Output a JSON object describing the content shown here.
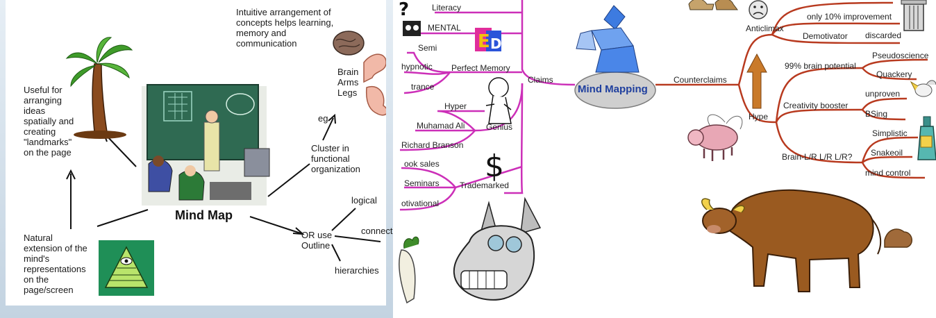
{
  "left_map": {
    "center": "Mind Map",
    "top_note": "Intuitive arrangement of\nconcepts helps learning,\nmemory and\ncommunication",
    "useful_note": "Useful for\narranging\nideas\nspatially and\ncreating\n\"landmarks\"\non the page",
    "natural_note": "Natural\nextension of the\nmind's\nrepresentations\non the\npage/screen",
    "brain_list": "Brain\nArms\nLegs",
    "eg": "eg",
    "cluster_note": "Cluster in\nfunctional\norganization",
    "or_use": "OR use\nOutline",
    "logical": "logical",
    "connected": "connected",
    "hierarchies": "hierarchies"
  },
  "right_map": {
    "center": "Mind Mapping",
    "claims": "Claims",
    "counterclaims": "Counterclaims",
    "claims_branches": {
      "literacy": "Literacy",
      "mental": "MENTAL",
      "semi": "Semi",
      "hypnotic": "hypnotic",
      "perfect_memory": "Perfect Memory",
      "trance": "trance",
      "hyper": "Hyper",
      "genius": "Genius",
      "muhamad_ali": "Muhamad Ali",
      "richard_branson": "Richard Branson",
      "book_sales": "ook sales",
      "seminars": "Seminars",
      "trademarked": "Trademarked",
      "motivational": "otivational"
    },
    "counter_branches": {
      "anticlimax": "Anticlimax",
      "only_10": "only 10% improvement",
      "demotivator": "Demotivator",
      "discarded": "discarded",
      "brain_99": "99% brain potential",
      "pseudoscience": "Pseudoscience",
      "quackery": "Quackery",
      "hype": "Hype",
      "creativity_booster": "Creativity booster",
      "unproven": "unproven",
      "bsing": "BSing",
      "simplistic": "Simplistic",
      "brain_lr": "Brain-L/R L/R L/R?",
      "snakeoil": "Snakeoil",
      "mind_control": "mind control"
    }
  },
  "colors": {
    "claims_line": "#cc2fb8",
    "counter_line": "#b83a1f",
    "center_ellipse": "#cfcfcf",
    "center_text": "#1f3f9e",
    "left_bg_top": "#e6eef5",
    "left_bg_bottom": "#c3d3e1"
  },
  "icons": [
    "palm-tree-icon",
    "brain-icon",
    "flexed-arm-icon",
    "leg-icon",
    "classroom-icon",
    "pyramid-eye-icon",
    "question-robot-icon",
    "letters-icon",
    "thinker-icon",
    "dollar-icon",
    "donkey-icon",
    "carrot-icon",
    "origami-person-icon",
    "sad-face-icon",
    "trash-can-icon",
    "up-arrow-icon",
    "flying-pig-icon",
    "bird-icon",
    "bottle-icon",
    "bull-icon",
    "dung-icon",
    "camels-icon"
  ]
}
